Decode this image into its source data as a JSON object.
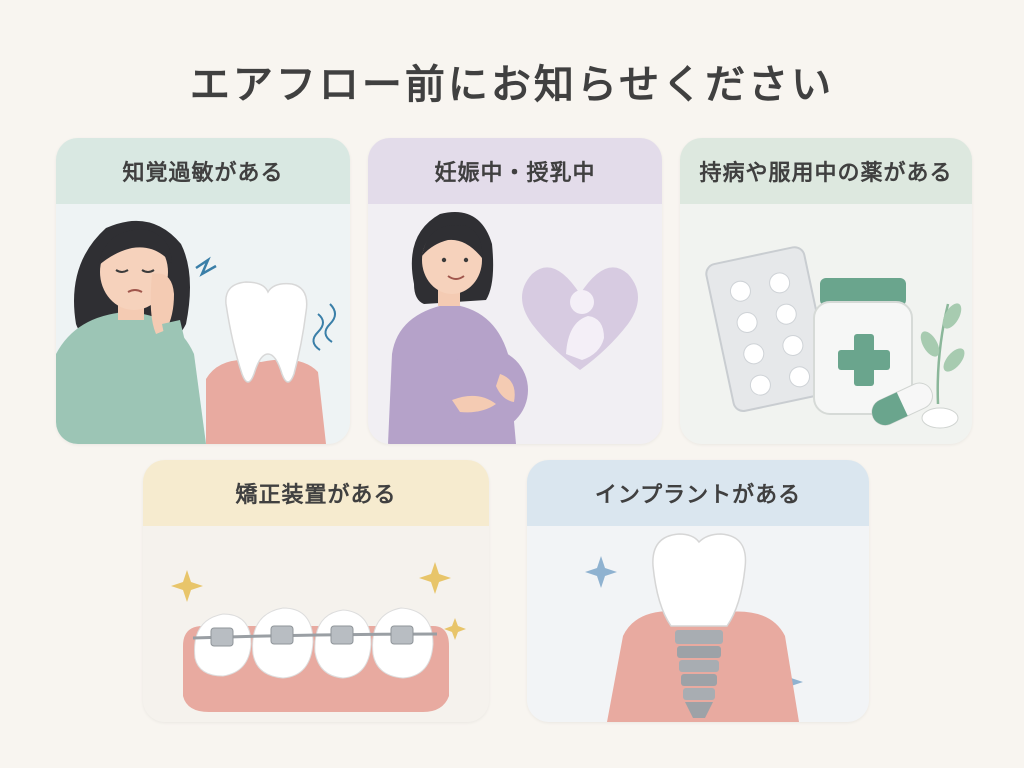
{
  "title": "エアフロー前にお知らせください",
  "cards": [
    {
      "label": "知覚過敏がある",
      "illustration": "toothache-person-icon"
    },
    {
      "label": "妊娠中・授乳中",
      "illustration": "pregnant-woman-icon"
    },
    {
      "label": "持病や服用中の薬がある",
      "illustration": "medicine-icon"
    },
    {
      "label": "矯正装置がある",
      "illustration": "braces-icon"
    },
    {
      "label": "インプラントがある",
      "illustration": "dental-implant-icon"
    }
  ],
  "colors": {
    "sensitive_header": "#d9e8e2",
    "pregnancy_header": "#e3dcea",
    "medication_header": "#dde8df",
    "braces_header": "#f6ebcf",
    "implant_header": "#dae6ef",
    "gum": "#e8aaa0",
    "accent_green": "#6aa58d"
  }
}
